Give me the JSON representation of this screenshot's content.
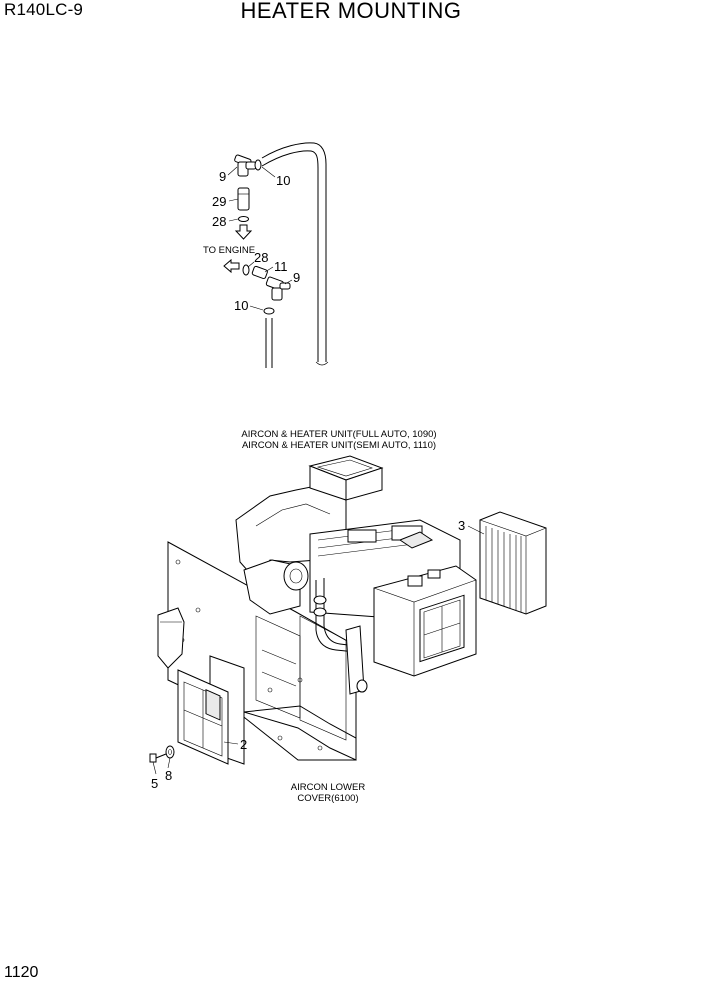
{
  "header": {
    "model": "R140LC-9",
    "title": "HEATER MOUNTING"
  },
  "footer": {
    "page_number": "1120"
  },
  "notes": {
    "to_engine": "TO ENGINE",
    "unit_full_auto": "AIRCON & HEATER UNIT(FULL AUTO, 1090)",
    "unit_semi_auto": "AIRCON & HEATER UNIT(SEMI AUTO, 1110)",
    "lower_cover_line1": "AIRCON LOWER",
    "lower_cover_line2": "COVER(6100)"
  },
  "callouts": {
    "c9_top": "9",
    "c10_top": "10",
    "c29": "29",
    "c28_top": "28",
    "c28_mid": "28",
    "c11": "11",
    "c9_mid": "9",
    "c10_mid": "10",
    "c3": "3",
    "c2": "2",
    "c5": "5",
    "c8": "8"
  }
}
